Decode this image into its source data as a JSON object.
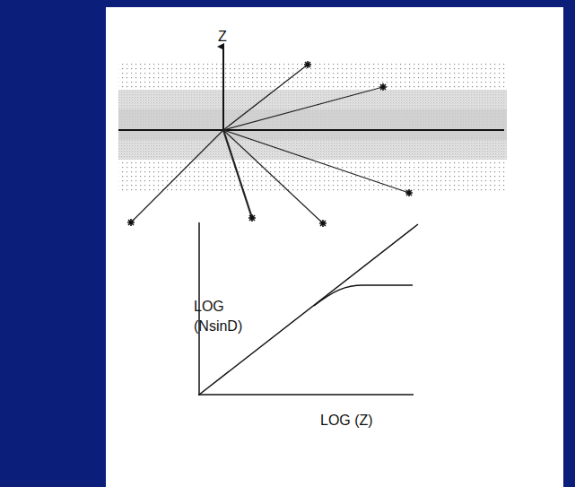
{
  "diagram": {
    "labels": [
      "Z",
      "LOG (NsinD)",
      "LOG (Z)"
    ]
  }
}
